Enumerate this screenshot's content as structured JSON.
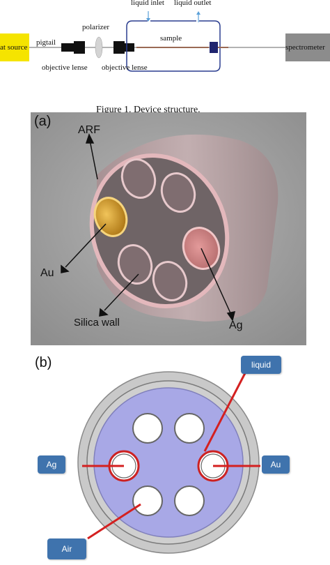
{
  "figure1": {
    "light_source": "at source",
    "pigtail": "pigtail",
    "polarizer": "polarizer",
    "liquid_inlet": "liquid inlet",
    "liquid_outlet": "liquid outlet",
    "sample": "sample",
    "objective_lense_1": "objective lense",
    "objective_lense_2": "objective lense",
    "spectrometer": "spectrometer",
    "caption": "Figure 1.   Device structure.",
    "colors": {
      "source": "#f5e400",
      "spectrometer": "#8c8c8c",
      "sample": "#2a2f7a",
      "pipe": "#2a3d8f"
    }
  },
  "panel_a": {
    "label": "(a)",
    "arf": "ARF",
    "au": "Au",
    "silica_wall": "Silica wall",
    "ag": "Ag",
    "colors": {
      "background": "#9a9a9a",
      "tube": "#c9a6a8",
      "gold": "#d9a030",
      "silver": "#d88c8c"
    }
  },
  "panel_b": {
    "label": "(b)",
    "liquid": "liquid",
    "ag": "Ag",
    "au": "Au",
    "air": "Air",
    "colors": {
      "outer": "#c9c9c9",
      "core": "#a8a8e6",
      "badge": "#3f73ad",
      "arrow": "#d42020"
    }
  }
}
